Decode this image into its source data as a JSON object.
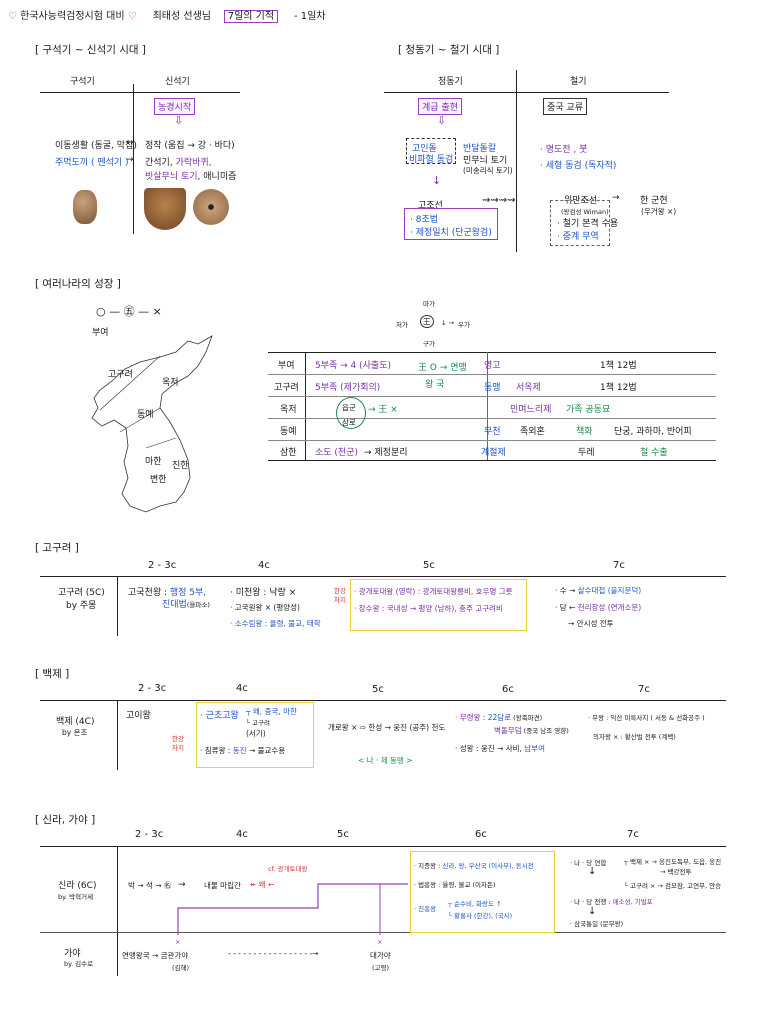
{
  "header": {
    "heart": "♡",
    "exam": "한국사능력검정시험 대비",
    "heart2": "♡",
    "teacher": "최태성 선생님",
    "title": "7일의 기적",
    "day": "- 1일차"
  },
  "sec1": {
    "title": "[ 구석기 ~ 신석기 시대 ]",
    "col1": "구석기",
    "col2": "신석기",
    "tag": "농경시작",
    "row1_left": "이동생활 (동굴, 막집)",
    "row1_right": "정착 (움집 → 강 · 바다)",
    "row2_left": "주먹도끼 ( 뗀석기 )",
    "row2_right_a": "간석기, ",
    "row2_right_b": "가락바퀴,",
    "row3_right_a": "빗살무늬 토기",
    "row3_right_b": ", 애니미즘"
  },
  "sec2": {
    "title": "[ 청동기 ~ 철기 시대 ]",
    "col1": "청동기",
    "col2": "철기",
    "tag1": "계급 출현",
    "box_a": "고인돌",
    "box_b": "비파형 동검",
    "items_a": "반달돌칼",
    "items_b": "민무늬 토기",
    "items_c": "(미송리식 토기)",
    "tag2": "중국 교류",
    "iron1": "· 명도전 , 붓",
    "iron2": "· 세형 동검 (독자적)",
    "gojoseon": "고조선",
    "gj1": "· 8조법",
    "gj2": "· 제정일치 (단군왕검)",
    "wiman": "위만조선",
    "wm_sub": "(왕검성 Wiman)",
    "wm1": "· 철기 본격 수용",
    "wm2": "· 중계 무역",
    "han": "한 군현",
    "han_sub": "(우거왕 ×)"
  },
  "sec3": {
    "title": "[ 여러나라의 성장 ]",
    "legend": "○ — ㊄ — ×",
    "map_labels": [
      "부여",
      "고구려",
      "옥저",
      "동예",
      "마한",
      "진한",
      "변한"
    ],
    "diag_top": "마가",
    "diag_left": "저가",
    "diag_center": "王",
    "diag_right": "우가",
    "diag_bottom": "구가",
    "rows": [
      {
        "name": "부여",
        "c1": "5부족 → 4 (사출도)",
        "c2": "王 O → 연맹",
        "c3": "영고",
        "c4": "1책 12법"
      },
      {
        "name": "고구려",
        "c1": "5부족 (제가회의)",
        "c2": "왕 국",
        "c3": "동맹",
        "c3b": "서옥제",
        "c4": "1책 12법"
      },
      {
        "name": "옥저",
        "c1": "읍군",
        "c2": "王 ×",
        "c3": "민며느리제",
        "c4": "가족 공동묘"
      },
      {
        "name": "동예",
        "c1": "삼로",
        "c3": "무천",
        "c3b": "족외혼",
        "c4a": "책화",
        "c4": "단궁, 과하마, 반어피"
      },
      {
        "name": "삼한",
        "c1": "소도 (천군)",
        "c1b": "→ 제정분리",
        "c3": "계절제",
        "c3b": "두레",
        "c4": "철 수출"
      }
    ]
  },
  "goguryeo": {
    "title": "[ 고구려 ]",
    "cols": [
      "2 - 3c",
      "4c",
      "5c",
      "7c"
    ],
    "row_label": "고구려 (5C)",
    "row_by": "by 주몽",
    "c1_a": "고국천왕 : ",
    "c1_b": "행정 5부,",
    "c1_c": "진대법",
    "c1_d": "(을파소)",
    "c2_a": "· 미천왕 : 낙랑 ×",
    "c2_b": "· 고국원왕 × (평양성)",
    "c2_c": "· 소수림왕 : 율령, 불교, 태학",
    "han_a": "한강",
    "han_b": "차지",
    "c3_a": "· 광개토대왕 (영락) : 광개토대왕릉비, 호우명 그릇",
    "c3_b1": "· 장수왕 : 국내성 → 평양 (남하), ",
    "c3_b2": "충주 고구려비",
    "c4_a1": "· 수 → ",
    "c4_a2": "살수대첩 (을지문덕)",
    "c4_b1": "· 당 ← ",
    "c4_b2": "천리장성 (연개소문)",
    "c4_c": "→ 안시성 전투"
  },
  "baekje": {
    "title": "[ 백제 ]",
    "cols": [
      "2 - 3c",
      "4c",
      "5c",
      "6c",
      "7c"
    ],
    "row_label": "백제 (4C)",
    "row_by": "by 온조",
    "goi": "고이왕",
    "han_a": "한강",
    "han_b": "차지",
    "c2_a": "· 근초고왕",
    "c2_b": "왜, 중국, 마한",
    "c2_c": "고구려",
    "c2_d": "(서기)",
    "c2_e": "· 침류왕 : 동진 → 불교수용",
    "c3_a": "개로왕 × ⇨ 한성 → 웅진 (공주) 천도",
    "c3_b": "< 나 · 제 동맹 >",
    "c4_a1": "· 무령왕 : ",
    "c4_a2": "22담로",
    "c4_a3": " (왕족파견)",
    "c4_b1": "벽돌무덤",
    "c4_b2": " (중국 남조 영향)",
    "c4_c1": "· 성왕 : 웅진 → 사비, ",
    "c4_c2": "남부여",
    "c5_a": "· 무왕 : 익산 미륵사지 ( 서동 & 선화공주 )",
    "c5_b": "의자왕 × : 황산벌 전투 (계백)"
  },
  "silla": {
    "title": "[ 신라, 가야 ]",
    "cols": [
      "2 - 3c",
      "4c",
      "5c",
      "6c",
      "7c"
    ],
    "row_label": "신라 (6C)",
    "row_by": "by. 박혁거세",
    "seq": "박 → 석 → ㊔",
    "maripgan": "내물 마립간",
    "wae_a": "cf. 광개토대왕",
    "wae_b": "왜",
    "c4_a1": "· 지증왕 : ",
    "c4_a2": "신라, 왕, 우산국 (이사부), 동시전",
    "c4_b1": "· 법흥왕 : 율령, 불교 (이차돈)",
    "c4_c1": "· 진흥왕",
    "c4_c2": "순수비, 화랑도 ↑",
    "c4_c3": "황룡사 (한강), (국사)",
    "c5_a": "· 나 · 당 연합",
    "c5_b1": "백제 × → 웅진도독부, 도읍, 웅진",
    "c5_b2": "→ 백강전투",
    "c5_c1": "고구려 × → 검모잠, 고연무, 안승",
    "c5_d": "· 나 · 당 전쟁 : ",
    "c5_d2": "매소성, 기벌포",
    "c5_e": "· 삼국통일 (문무왕)",
    "gaya_label": "가야",
    "gaya_by": "by. 김수로",
    "gaya_a": "연맹왕국 → 금관가야",
    "gaya_a_sub": "(김해)",
    "gaya_b": "대가야",
    "gaya_b_sub": "(고령)"
  },
  "colors": {
    "purple": "#7a2fa8",
    "blue": "#1e55c8",
    "green": "#1c8a4a",
    "red": "#d0312d",
    "yellow": "#e8d23a"
  }
}
